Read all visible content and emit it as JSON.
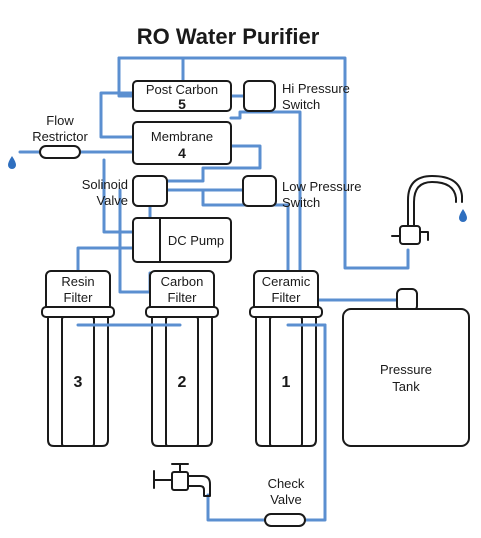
{
  "title": "RO Water Purifier",
  "colors": {
    "pipe": "#5b8fd0",
    "outline": "#1a1a1a",
    "water_drop": "#2f6fbf",
    "background": "#ffffff"
  },
  "components": {
    "post_carbon": {
      "name": "Post Carbon",
      "number": "5"
    },
    "membrane": {
      "name": "Membrane",
      "number": "4"
    },
    "hi_pressure_switch": {
      "line1": "Hi Pressure",
      "line2": "Switch"
    },
    "low_pressure_switch": {
      "line1": "Low Pressure",
      "line2": "Switch"
    },
    "flow_restrictor": {
      "line1": "Flow",
      "line2": "Restrictor"
    },
    "solenoid_valve": {
      "line1": "Solinoid",
      "line2": "Valve"
    },
    "dc_pump": {
      "name": "DC Pump"
    },
    "resin_filter": {
      "line1": "Resin",
      "line2": "Filter",
      "number": "3"
    },
    "carbon_filter": {
      "line1": "Carbon",
      "line2": "Filter",
      "number": "2"
    },
    "ceramic_filter": {
      "line1": "Ceramic",
      "line2": "Filter",
      "number": "1"
    },
    "pressure_tank": {
      "line1": "Pressure",
      "line2": "Tank"
    },
    "check_valve": {
      "line1": "Check",
      "line2": "Valve"
    }
  },
  "icons": [
    "faucet-icon",
    "inlet-tap-icon",
    "water-drop-icon"
  ]
}
